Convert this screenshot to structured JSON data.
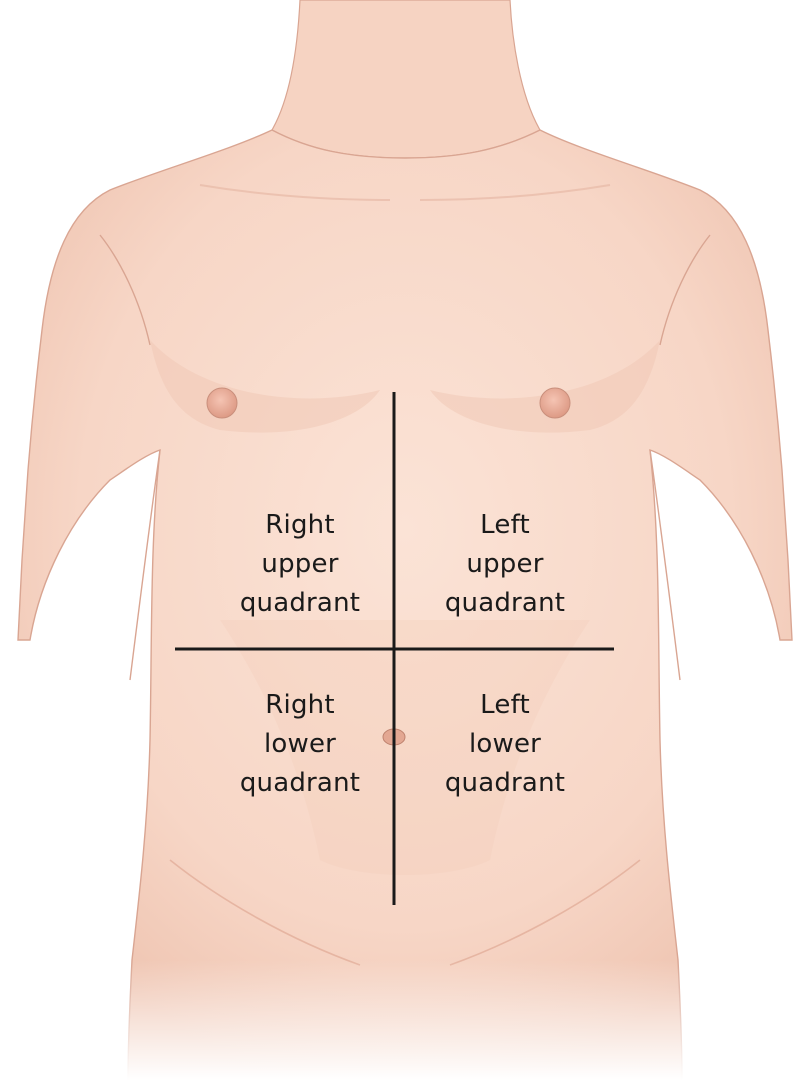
{
  "figure": {
    "labels": {
      "right_upper": "Right\nupper\nquadrant",
      "left_upper": "Left\nupper\nquadrant",
      "right_lower": "Right\nlower\nquadrant",
      "left_lower": "Left\nlower\nquadrant"
    },
    "colors": {
      "skin": "#f8d9ca",
      "skin_shadow": "#eebfab",
      "outline": "#c98f7c",
      "nipple": "#e9a996",
      "divider": "#1a1a1a",
      "text": "#1a1a1a"
    }
  }
}
